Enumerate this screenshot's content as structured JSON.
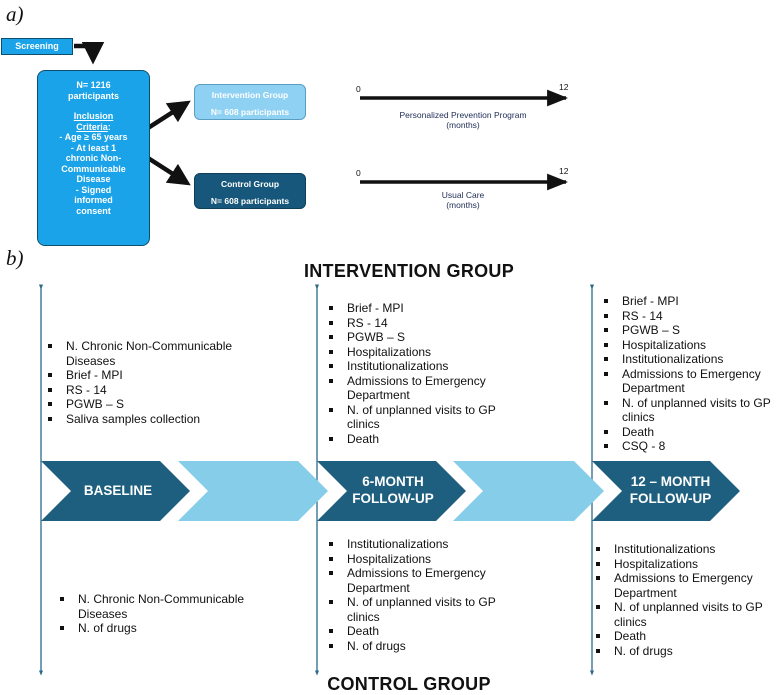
{
  "panel_a": {
    "label": "a)",
    "screening": "Screening",
    "participants_box": {
      "n": "N= 1216",
      "n2": "participants",
      "criteria_title": "Inclusion",
      "criteria_title2": "Criteria",
      "criteria_colon": ":",
      "crit1": "- Age ≥ 65 years",
      "crit2a": "- At least 1",
      "crit2b": "chronic Non-",
      "crit2c": "Communicable",
      "crit2d": "Disease",
      "crit3a": "- Signed",
      "crit3b": "informed",
      "crit3c": "consent"
    },
    "intervention_box": {
      "name": "Intervention Group",
      "n": "N= 608 participants"
    },
    "control_box": {
      "name": "Control Group",
      "n": "N= 608 participants"
    },
    "intervention_timeline": {
      "start": "0",
      "end": "12",
      "label1": "Personalized Prevention Program",
      "label2": "(months)"
    },
    "control_timeline": {
      "start": "0",
      "end": "12",
      "label1": "Usual Care",
      "label2": "(months)"
    }
  },
  "panel_b": {
    "label": "b)",
    "top_title": "INTERVENTION GROUP",
    "bottom_title": "CONTROL GROUP",
    "stages": {
      "baseline": "BASELINE",
      "six_month_1": "6-MONTH",
      "six_month_2": "FOLLOW-UP",
      "twelve_month_1": "12 – MONTH",
      "twelve_month_2": "FOLLOW-UP"
    },
    "intervention_baseline": [
      "N. Chronic Non-Communicable Diseases",
      "Brief - MPI",
      " RS - 14",
      " PGWB – S",
      "Saliva samples collection"
    ],
    "intervention_6m": [
      "Brief - MPI",
      "RS - 14",
      "PGWB – S",
      "Hospitalizations",
      "Institutionalizations",
      "Admissions to Emergency Department",
      "N. of unplanned visits to GP clinics",
      "Death"
    ],
    "intervention_12m": [
      "Brief - MPI",
      "RS - 14",
      "PGWB – S",
      "Hospitalizations",
      "Institutionalizations",
      "Admissions to Emergency Department",
      "N. of unplanned visits to GP clinics",
      "Death",
      "CSQ - 8"
    ],
    "control_baseline": [
      "N. Chronic Non-Communicable Diseases",
      "N. of drugs"
    ],
    "control_6m": [
      "Institutionalizations",
      "Hospitalizations",
      "Admissions to Emergency Department",
      "N. of unplanned visits to GP clinics",
      "Death",
      " N. of drugs"
    ],
    "control_12m": [
      "Institutionalizations",
      "Hospitalizations",
      "Admissions to Emergency Department",
      "N. of unplanned visits to GP clinics",
      "Death",
      " N. of drugs"
    ]
  },
  "colors": {
    "bright_blue": "#1aa3e8",
    "light_blue": "#8fd1f2",
    "dark_blue": "#17577b",
    "chevron_dark": "#1e5f7f",
    "chevron_light": "#86cdea",
    "axis_line": "#2c6a8a"
  }
}
